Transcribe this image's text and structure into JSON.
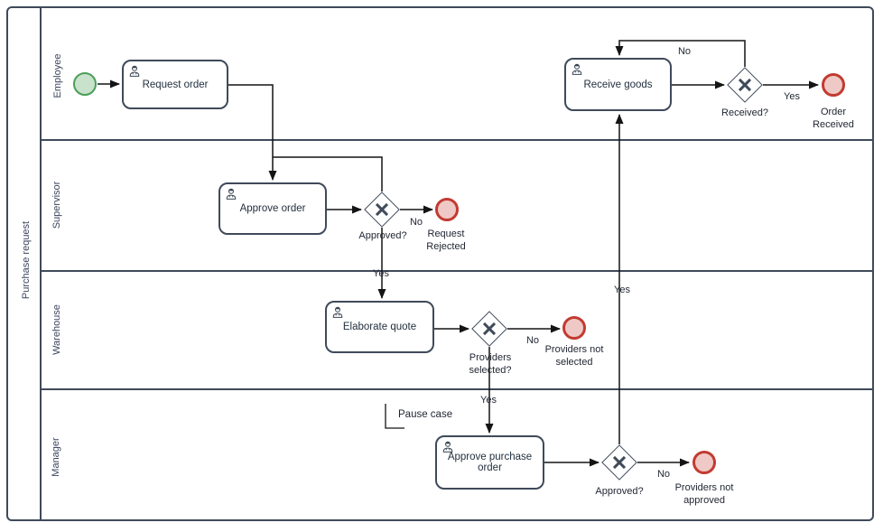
{
  "pool": {
    "label": "Purchase request"
  },
  "lanes": [
    {
      "label": "Employee"
    },
    {
      "label": "Supervisor"
    },
    {
      "label": "Warehouse"
    },
    {
      "label": "Manager"
    }
  ],
  "tasks": {
    "request_order": {
      "label": "Request order"
    },
    "approve_order": {
      "label": "Approve order"
    },
    "elaborate_quote": {
      "label": "Elaborate quote"
    },
    "approve_purchase_order": {
      "label": "Approve purchase order"
    },
    "receive_goods": {
      "label": "Receive goods"
    }
  },
  "gateways": {
    "approved_supervisor": {
      "label": "Approved?"
    },
    "providers_selected": {
      "label": "Providers selected?"
    },
    "approved_manager": {
      "label": "Approved?"
    },
    "received": {
      "label": "Received?"
    }
  },
  "events": {
    "request_rejected": {
      "label": "Request Rejected"
    },
    "providers_not_selected": {
      "label": "Providers not selected"
    },
    "providers_not_approved": {
      "label": "Providers not approved"
    },
    "order_received": {
      "label": "Order Received"
    }
  },
  "flow_labels": {
    "approved_supervisor_no": "No",
    "approved_supervisor_yes": "Yes",
    "providers_selected_no": "No",
    "providers_selected_yes": "Yes",
    "approved_manager_no": "No",
    "approved_manager_yes": "Yes",
    "received_no": "No",
    "received_yes": "Yes"
  },
  "annotation": {
    "label": "Pause case"
  },
  "colors": {
    "slate": "#3f4a5a",
    "line": "#141414",
    "label_text": "#1f2430",
    "node_text": "#23303f",
    "lane_text": "#3a455c",
    "start_fill": "#c9e2cc",
    "start_stroke": "#4b9e59",
    "end_fill": "#efc9c5",
    "end_stroke": "#c23b31"
  }
}
